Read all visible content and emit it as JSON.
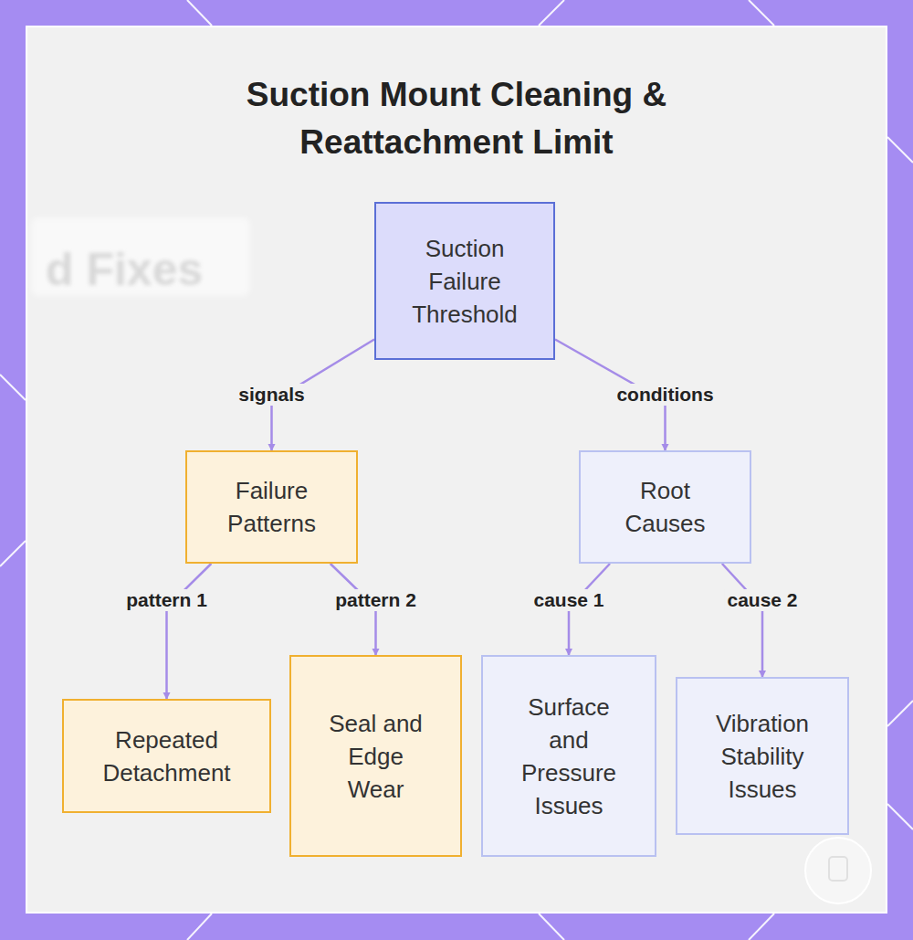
{
  "diagram": {
    "title": "Suction Mount Cleaning & Reattachment Limit",
    "nodes": [
      {
        "text": [
          "Suction Failure Threshold"
        ]
      },
      {
        "text": [
          "Failure Patterns"
        ]
      },
      {
        "text": [
          "Root Causes"
        ]
      },
      {
        "text": [
          "Repeated Detachment"
        ]
      },
      {
        "text": [
          "Seal and Edge Wear"
        ]
      },
      {
        "text": [
          "Surface and Pressure Issues"
        ]
      },
      {
        "text": [
          "Vibration Stability Issues"
        ]
      }
    ],
    "edges": [
      {
        "from": 0,
        "to": 1,
        "label": "signals",
        "arrow": "to"
      },
      {
        "from": 0,
        "to": 2,
        "label": "conditions",
        "arrow": "to"
      },
      {
        "from": 1,
        "to": 3,
        "label": "pattern 1",
        "arrow": "to"
      },
      {
        "from": 1,
        "to": 4,
        "label": "pattern 2",
        "arrow": "to"
      },
      {
        "from": 2,
        "to": 5,
        "label": "cause 1",
        "arrow": "to"
      },
      {
        "from": 2,
        "to": 6,
        "label": "cause 2",
        "arrow": "to"
      }
    ],
    "labels": [
      "d Fixes"
    ]
  }
}
